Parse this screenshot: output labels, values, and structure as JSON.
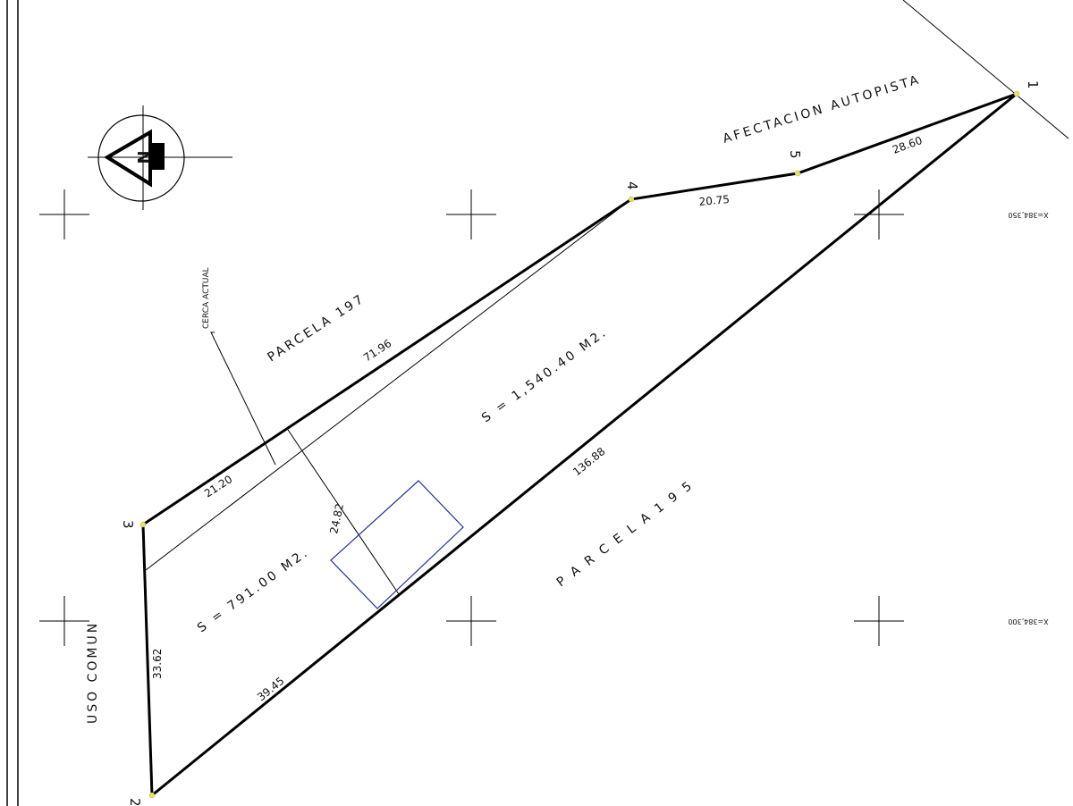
{
  "points": [
    "1",
    "2",
    "3",
    "4",
    "5"
  ],
  "distances": {
    "d1_5": "28.60",
    "d5_4": "20.75",
    "d4_3": "71.96",
    "d3_tick": "21.20",
    "d3_2": "33.62",
    "d2_1a": "39.45",
    "d2_1b": "136.88",
    "division": "24.82"
  },
  "areas": {
    "north": "S = 1,540.40 M2.",
    "south": "S = 791.00 M2."
  },
  "labels": {
    "afectacion": "AFECTACION AUTOPISTA",
    "parcela197": "PARCELA 197",
    "parcela195": "P A R C E L A  1 9 5",
    "uso_comun": "USO COMUN",
    "cerca": "CERCA ACTUAL",
    "coord_top": "X=384,350",
    "coord_bottom": "X=384,300",
    "north": "N"
  }
}
